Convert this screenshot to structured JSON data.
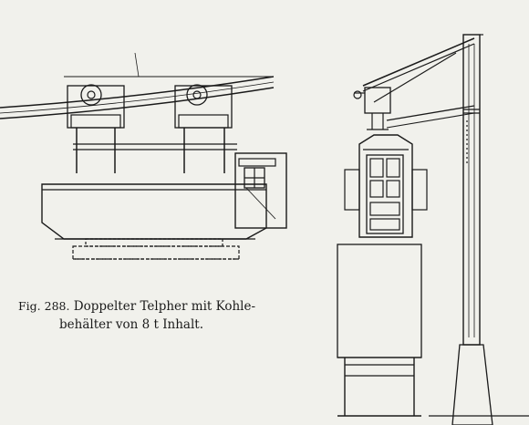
{
  "figure": {
    "caption_number": "Fig. 288.",
    "caption_line1": "Doppelter Telpher mit Kohle-",
    "caption_line2": "behälter von 8 t Inhalt."
  },
  "colors": {
    "paper": "#f1f1ec",
    "ink": "#1a1a1a",
    "bleed_text": "#cfcfc6"
  }
}
